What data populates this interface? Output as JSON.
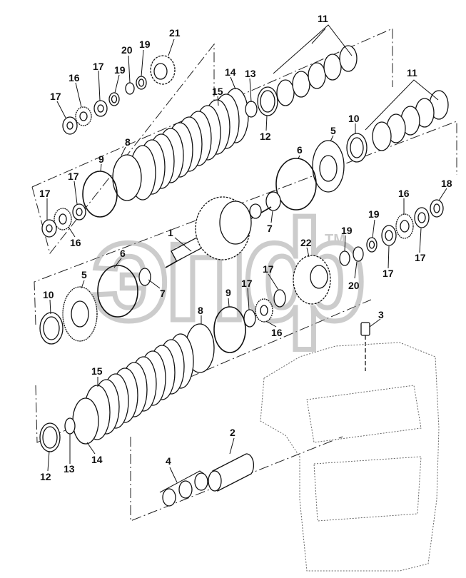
{
  "diagram": {
    "callouts": {
      "c1": "1",
      "c2": "2",
      "c3": "3",
      "c4": "4",
      "c5a": "5",
      "c5b": "5",
      "c6a": "6",
      "c6b": "6",
      "c7a": "7",
      "c7b": "7",
      "c8a": "8",
      "c8b": "8",
      "c9a": "9",
      "c9b": "9",
      "c10a": "10",
      "c10b": "10",
      "c11a": "11",
      "c11b": "11",
      "c12a": "12",
      "c12b": "12",
      "c13a": "13",
      "c13b": "13",
      "c14a": "14",
      "c14b": "14",
      "c15a": "15",
      "c15b": "15",
      "c16a": "16",
      "c16b": "16",
      "c16c": "16",
      "c16d": "16",
      "c17a": "17",
      "c17b": "17",
      "c17c": "17",
      "c17d": "17",
      "c17e": "17",
      "c17f": "17",
      "c17g": "17",
      "c17h": "17",
      "c18": "18",
      "c19a": "19",
      "c19b": "19",
      "c19c": "19",
      "c19d": "19",
      "c20a": "20",
      "c20b": "20",
      "c21": "21",
      "c22": "22"
    },
    "watermark": {
      "brand": "эпф",
      "tm": "TM"
    },
    "colors": {
      "ink": "#111111",
      "watermark": "#9a9a9a"
    }
  }
}
